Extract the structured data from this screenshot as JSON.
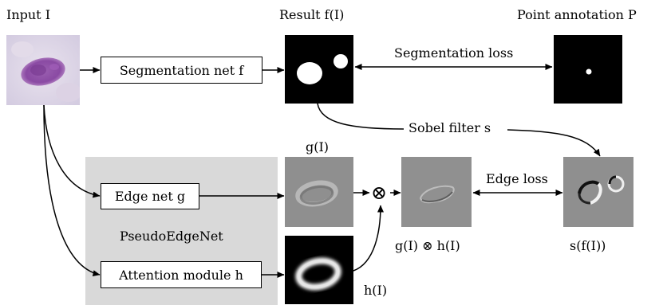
{
  "labels": {
    "input": "Input I",
    "result": "Result f(I)",
    "point_annotation": "Point annotation P",
    "segmentation_loss": "Segmentation loss",
    "sobel_filter": "Sobel filter s",
    "g_of_I": "g(I)",
    "edge_loss": "Edge loss",
    "pseudo_edge_net": "PseudoEdgeNet",
    "g_otimes_h": "g(I) ⊗ h(I)",
    "s_of_f_of_I": "s(f(I))",
    "h_of_I": "h(I)"
  },
  "boxes": {
    "segmentation_net": "Segmentation net f",
    "edge_net": "Edge net g",
    "attention_module": "Attention module h"
  },
  "symbols": {
    "multiply": "⊗"
  },
  "colors": {
    "panel_gray": "#d9d9d9",
    "line": "#000000"
  }
}
